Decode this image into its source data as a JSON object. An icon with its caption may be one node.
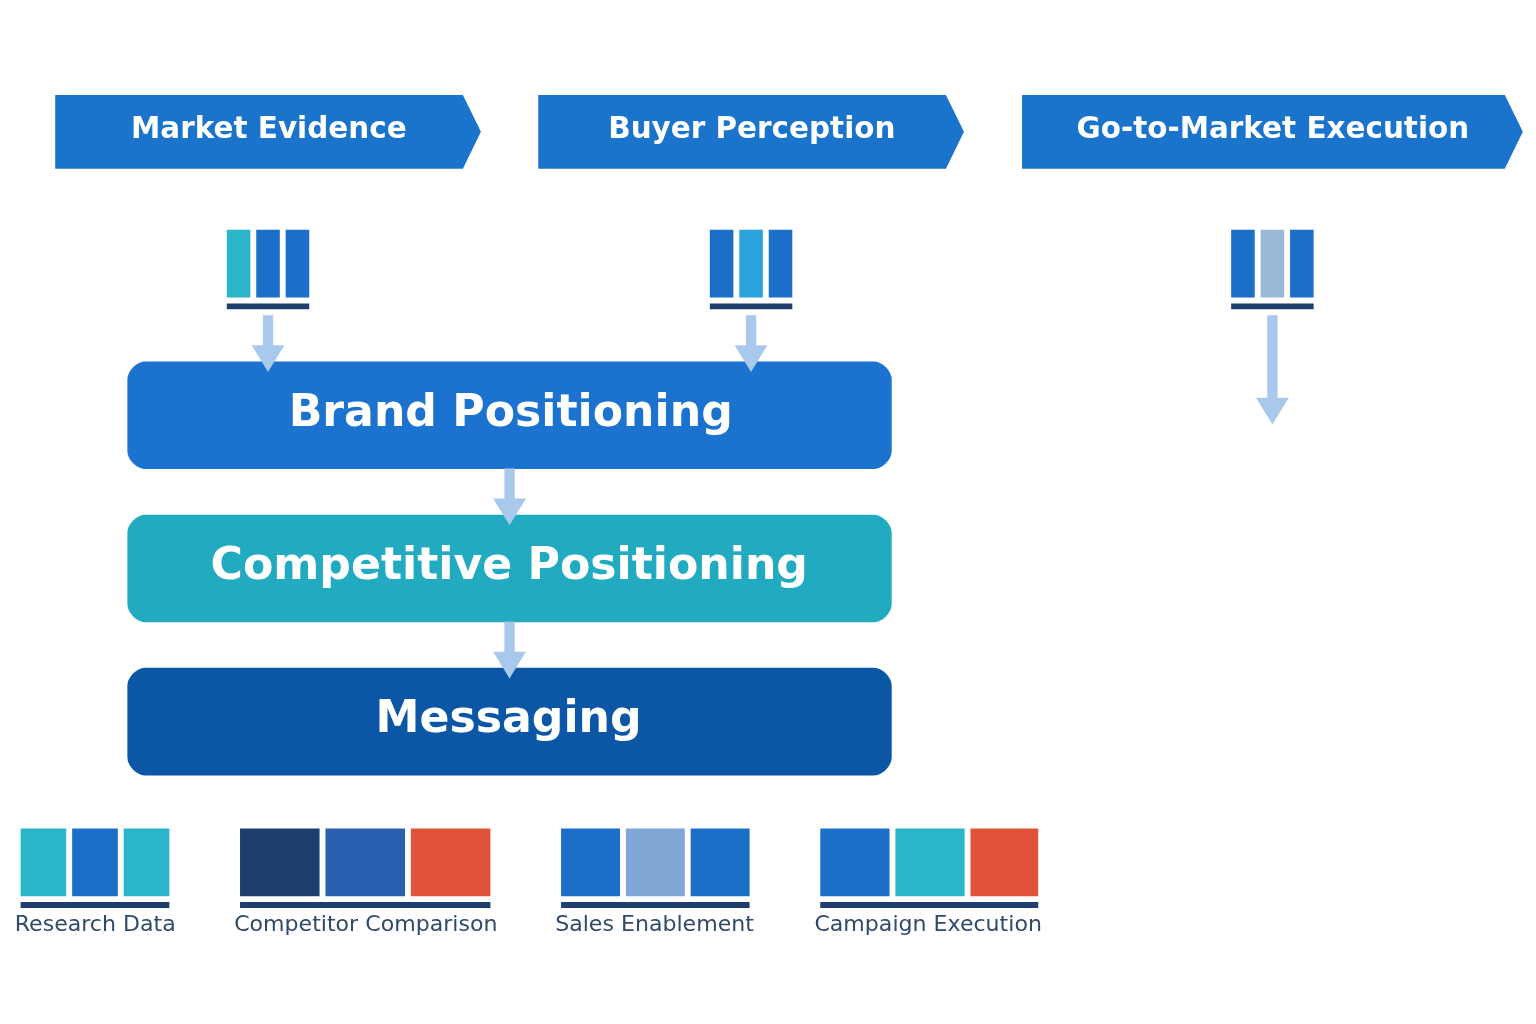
{
  "diagram": {
    "nodes": [
      {
        "text": [
          "Market Evidence"
        ]
      },
      {
        "text": [
          "Buyer Perception"
        ]
      },
      {
        "text": [
          "Go-to-Market Execution"
        ]
      },
      {
        "text": [],
        "shape": "picture"
      },
      {
        "text": [],
        "shape": "picture"
      },
      {
        "text": [],
        "shape": "picture"
      },
      {
        "text": [
          "Brand Positioning"
        ]
      },
      {
        "text": [
          "Competitive Positioning"
        ]
      },
      {
        "text": [
          "Messaging"
        ]
      },
      {
        "text": [],
        "shape": "picture",
        "beside": [
          "Research Data"
        ]
      },
      {
        "text": [],
        "shape": "picture",
        "beside": [
          "Competitor Comparison"
        ]
      },
      {
        "text": [],
        "shape": "picture",
        "beside": [
          "Sales Enablement"
        ]
      },
      {
        "text": [],
        "shape": "picture",
        "beside": [
          "Campaign Execution"
        ]
      }
    ],
    "edges": [
      {
        "from": 3,
        "to": 6,
        "arrow": "to"
      },
      {
        "from": 4,
        "to": 6,
        "arrow": "to"
      },
      {
        "from": 5,
        "to": null,
        "arrow": "to"
      },
      {
        "from": 6,
        "to": 7,
        "arrow": "to"
      },
      {
        "from": 7,
        "to": 8,
        "arrow": "to"
      }
    ]
  }
}
